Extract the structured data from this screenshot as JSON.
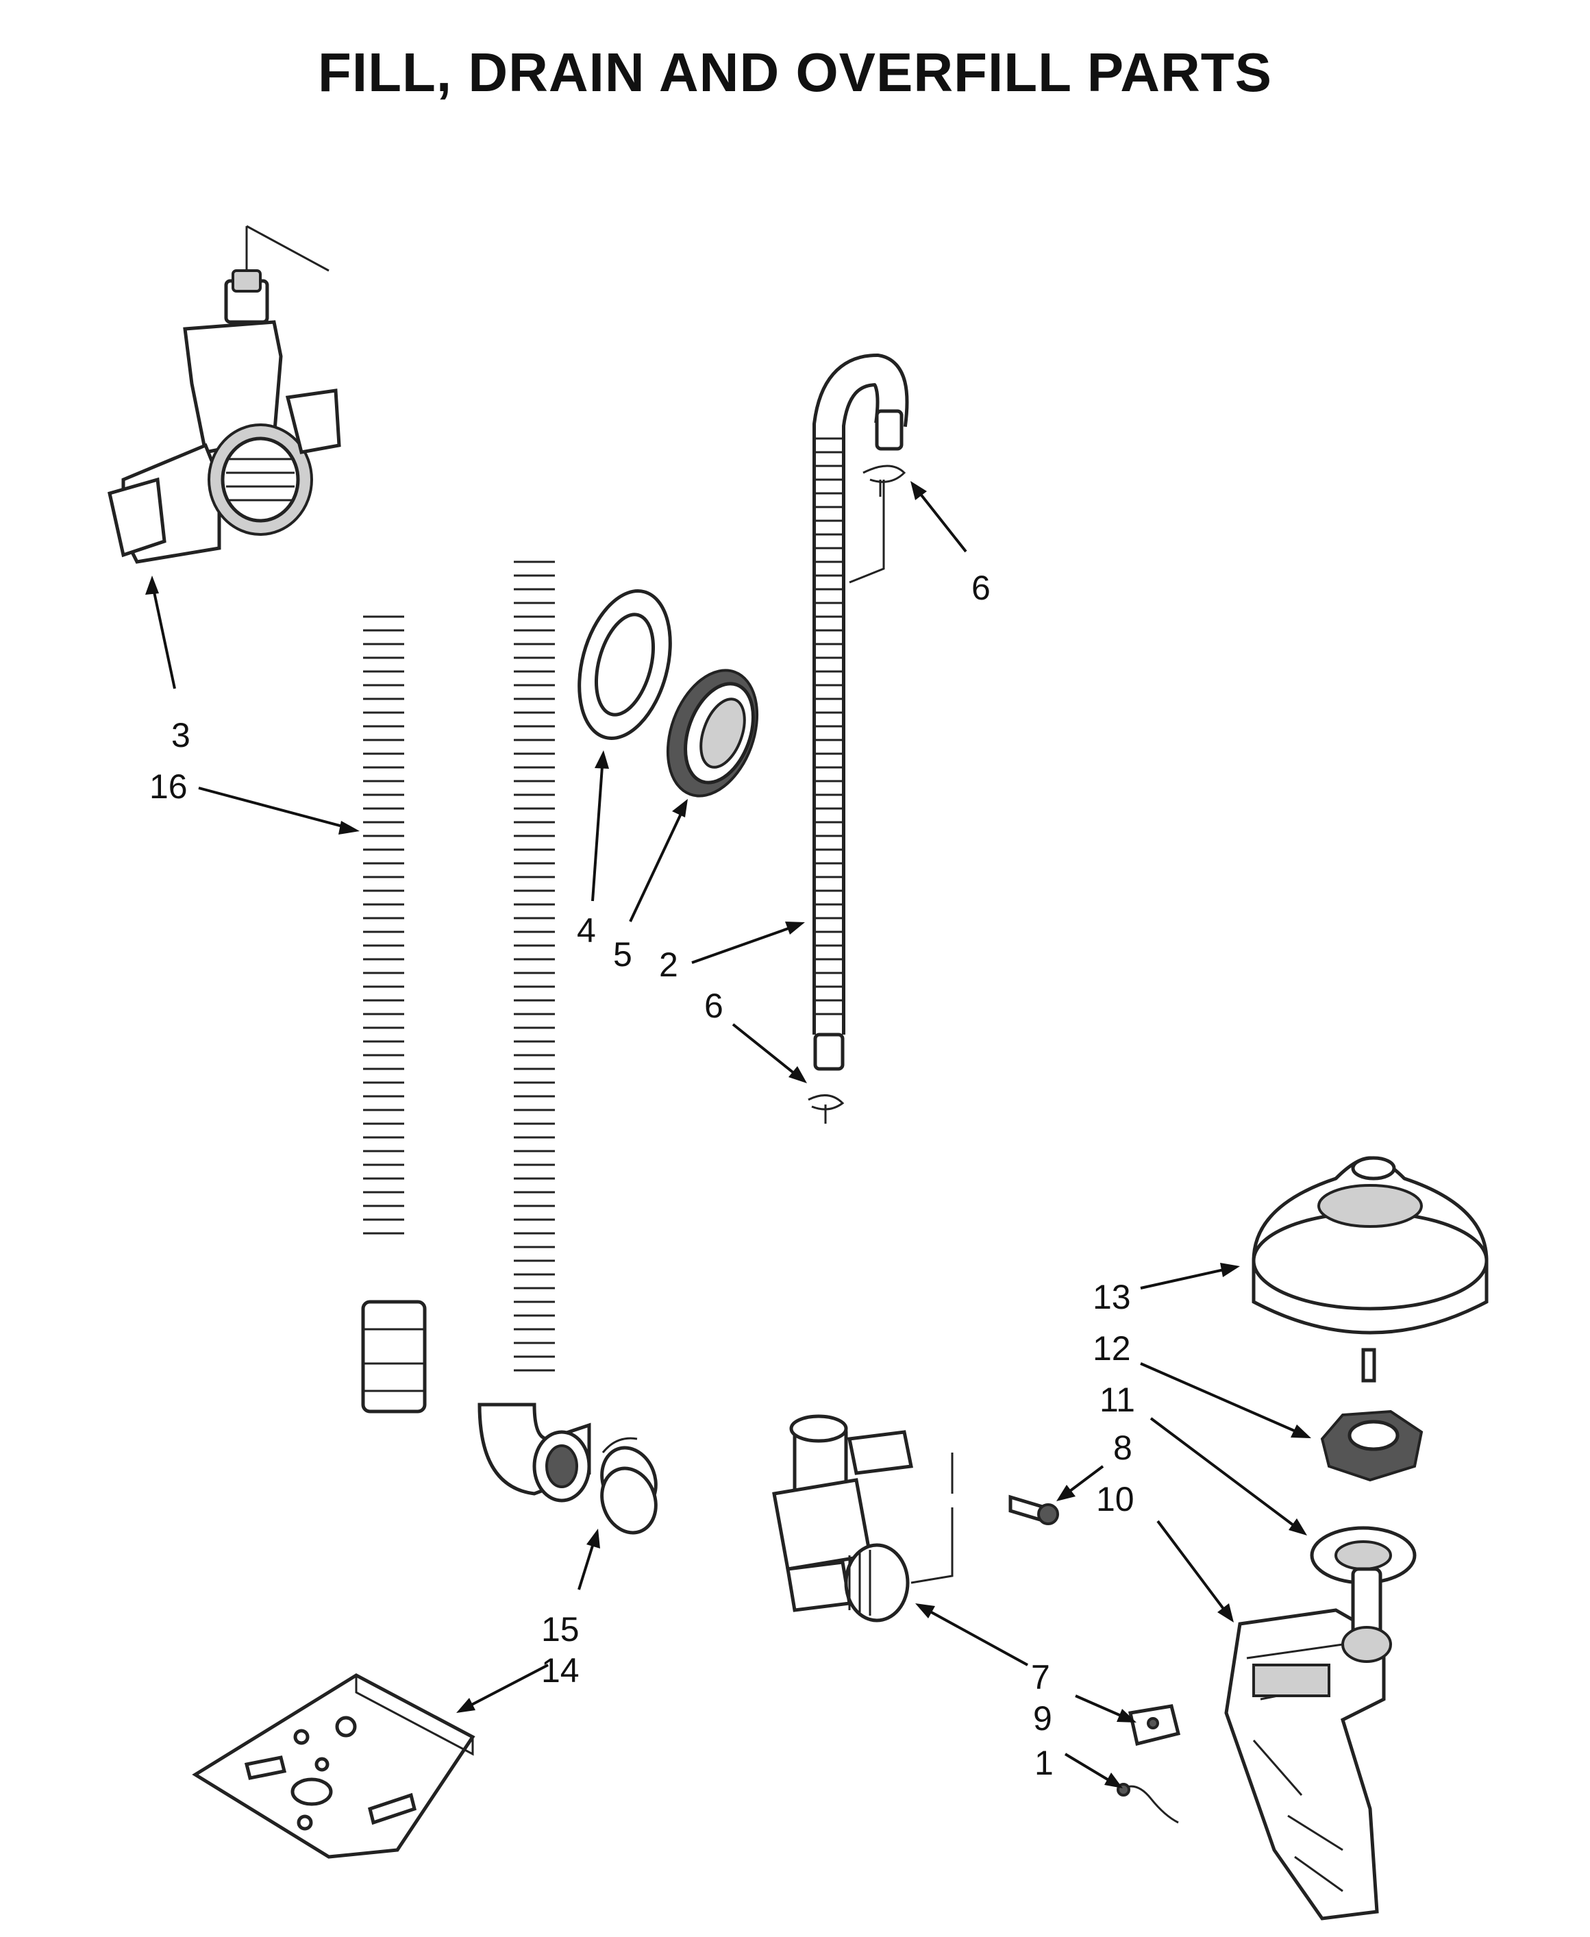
{
  "title": "FILL, DRAIN AND OVERFILL PARTS",
  "callouts": [
    {
      "label": "3"
    },
    {
      "label": "16"
    },
    {
      "label": "4"
    },
    {
      "label": "5"
    },
    {
      "label": "2"
    },
    {
      "label": "6"
    },
    {
      "label": "6"
    },
    {
      "label": "13"
    },
    {
      "label": "12"
    },
    {
      "label": "11"
    },
    {
      "label": "8"
    },
    {
      "label": "10"
    },
    {
      "label": "7"
    },
    {
      "label": "9"
    },
    {
      "label": "1"
    },
    {
      "label": "15"
    },
    {
      "label": "14"
    }
  ],
  "parts": [
    {
      "name": "air-gap-bracket-icon"
    },
    {
      "name": "drain-hose-icon"
    },
    {
      "name": "fill-hose-icon"
    },
    {
      "name": "washer-ring-icon"
    },
    {
      "name": "nut-ring-icon"
    },
    {
      "name": "hose-clamp-icon"
    },
    {
      "name": "float-icon"
    },
    {
      "name": "hex-nut-icon"
    },
    {
      "name": "gasket-icon"
    },
    {
      "name": "screw-icon"
    },
    {
      "name": "float-switch-bracket-icon"
    },
    {
      "name": "water-valve-icon"
    },
    {
      "name": "micro-switch-icon"
    },
    {
      "name": "wire-clip-icon"
    },
    {
      "name": "parts-bag-icon"
    }
  ]
}
